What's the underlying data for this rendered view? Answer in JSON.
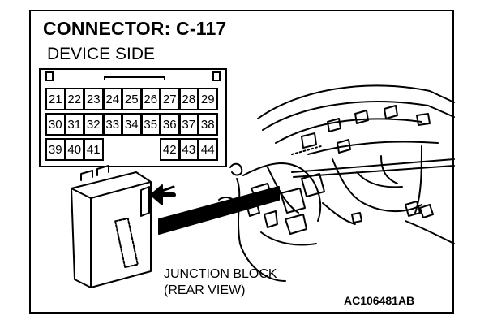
{
  "header": {
    "title": "CONNECTOR: C-117",
    "subtitle": "DEVICE SIDE"
  },
  "connector": {
    "rows": [
      [
        "21",
        "22",
        "23",
        "24",
        "25",
        "26",
        "27",
        "28",
        "29"
      ],
      [
        "30",
        "31",
        "32",
        "33",
        "34",
        "35",
        "36",
        "37",
        "38"
      ],
      [
        "39",
        "40",
        "41",
        "",
        "",
        "",
        "42",
        "43",
        "44"
      ]
    ]
  },
  "callout": {
    "line1": "JUNCTION BLOCK",
    "line2": "(REAR VIEW)"
  },
  "figure_code": "AC106481AB"
}
